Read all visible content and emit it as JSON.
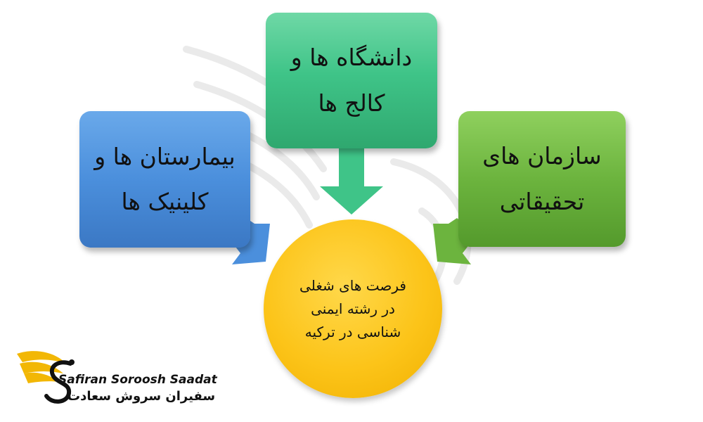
{
  "diagram": {
    "top_box": {
      "text": "دانشگاه ها و کالج ها",
      "color": "#3fc488"
    },
    "left_box": {
      "text": "بیمارستان ها و کلینیک ها",
      "color": "#4b8fdc"
    },
    "right_box": {
      "text": "سازمان های تحقیقاتی",
      "color": "#6cb43e"
    },
    "center": {
      "text": "فرصت های شغلی در رشته ایمنی شناسی در ترکیه",
      "color": "#fcc419"
    }
  },
  "logo": {
    "name_en": "Safiran Soroosh Saadat",
    "name_fa": "سفیران سروش سعادت",
    "icon": "winged-s-logo-icon",
    "color": "#f2b705"
  },
  "watermark": {
    "icon": "wing-swirl-watermark-icon"
  }
}
